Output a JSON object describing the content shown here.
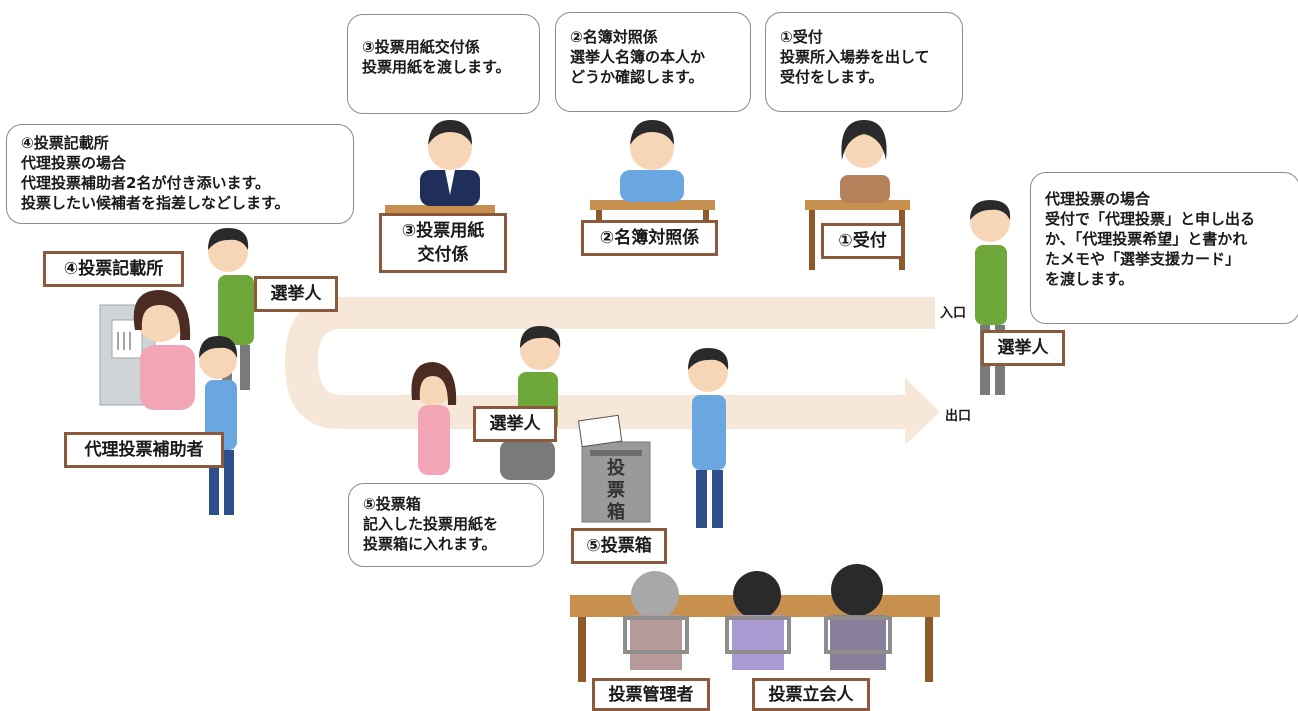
{
  "bubbles": {
    "issuer": "③投票用紙交付係\n投票用紙を渡します。",
    "register": "②名簿対照係\n選挙人名簿の本人か\nどうか確認します。",
    "reception": "①受付\n投票所入場券を出して\n受付をします。",
    "booth": "④投票記載所\n代理投票の場合\n代理投票補助者2名が付き添います。\n投票したい候補者を指差しなどします。",
    "proxy": "代理投票の場合\n受付で「代理投票」と申し出る\nか、「代理投票希望」と書かれ\nたメモや「選挙支援カード」\nを渡します。",
    "ballot_box": "⑤投票箱\n記入した投票用紙を\n投票箱に入れます。"
  },
  "labels": {
    "issuer": "③投票用紙\n交付係",
    "register": "②名簿対照係",
    "reception": "①受付",
    "booth": "④投票記載所",
    "voter_top": "選挙人",
    "voter_right": "選挙人",
    "voter_middle": "選挙人",
    "assistant": "代理投票補助者",
    "ballot_box": "⑤投票箱",
    "manager": "投票管理者",
    "witness": "投票立会人"
  },
  "flow": {
    "entrance": "入口",
    "exit": "出口"
  },
  "ballot_box_chars": [
    "投",
    "票",
    "箱"
  ],
  "colors": {
    "flow": "#f6e7d8",
    "label_border": "#8b5a3c",
    "desk": "#c8904f",
    "desk_dark": "#8e5a2b",
    "green_shirt": "#6fa83a",
    "blue_shirt": "#6aa7e0",
    "pink_shirt": "#f1a5b5",
    "suit": "#1f2f5a",
    "skin": "#f7d6b8",
    "hair": "#2a2a2a",
    "box_gray": "#9a9a9a"
  }
}
